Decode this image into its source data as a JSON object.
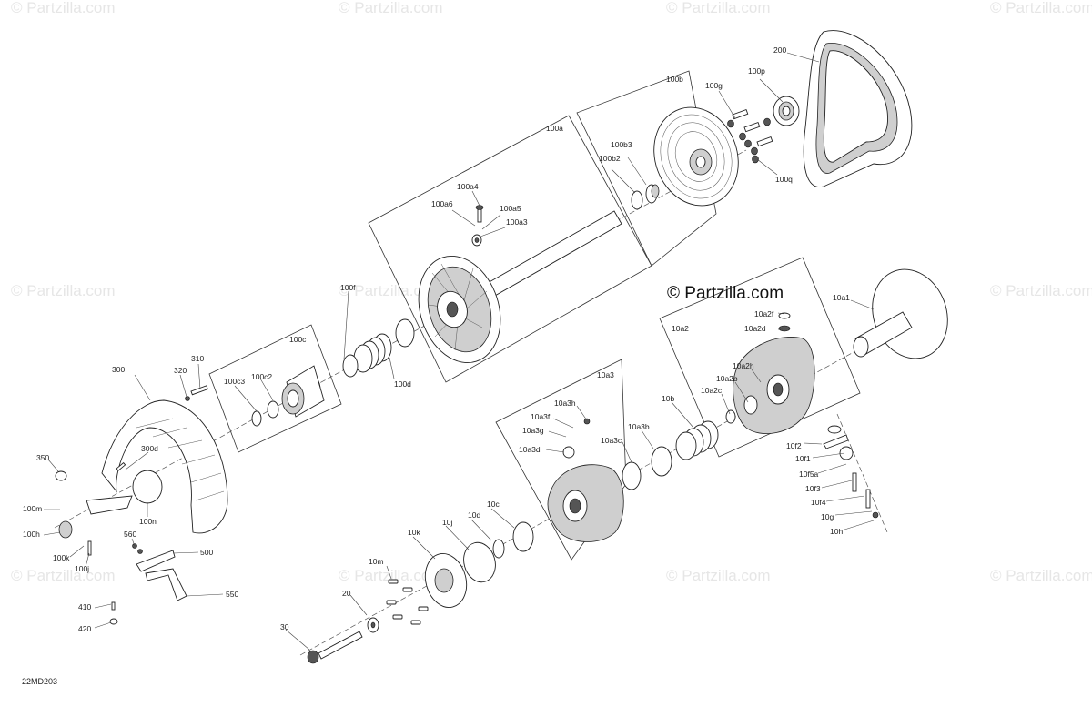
{
  "diagram": {
    "brand": "© Partzilla.com",
    "drawing_code": "22MD203",
    "watermark": "© Partzilla.com",
    "groups": [
      "100a",
      "100b",
      "100c",
      "10a2",
      "10a3"
    ],
    "labels": [
      "200",
      "100p",
      "100g",
      "100b",
      "100q",
      "100a",
      "100b3",
      "100b2",
      "100a4",
      "100a6",
      "100a5",
      "100a3",
      "100f",
      "100c",
      "100d",
      "100c3",
      "100c2",
      "310",
      "320",
      "300",
      "300d",
      "350",
      "100m",
      "100h",
      "100n",
      "100k",
      "100j",
      "560",
      "500",
      "550",
      "410",
      "420",
      "10a1",
      "10a2f",
      "10a2d",
      "10a2",
      "10a2h",
      "10a2b",
      "10a2c",
      "10b",
      "10a3",
      "10a3h",
      "10a3f",
      "10a3g",
      "10a3d",
      "10a3c",
      "10a3b",
      "10c",
      "10d",
      "10j",
      "10k",
      "10m",
      "20",
      "30",
      "10f2",
      "10f1",
      "10f5a",
      "10f3",
      "10f4",
      "10g",
      "10h"
    ]
  }
}
